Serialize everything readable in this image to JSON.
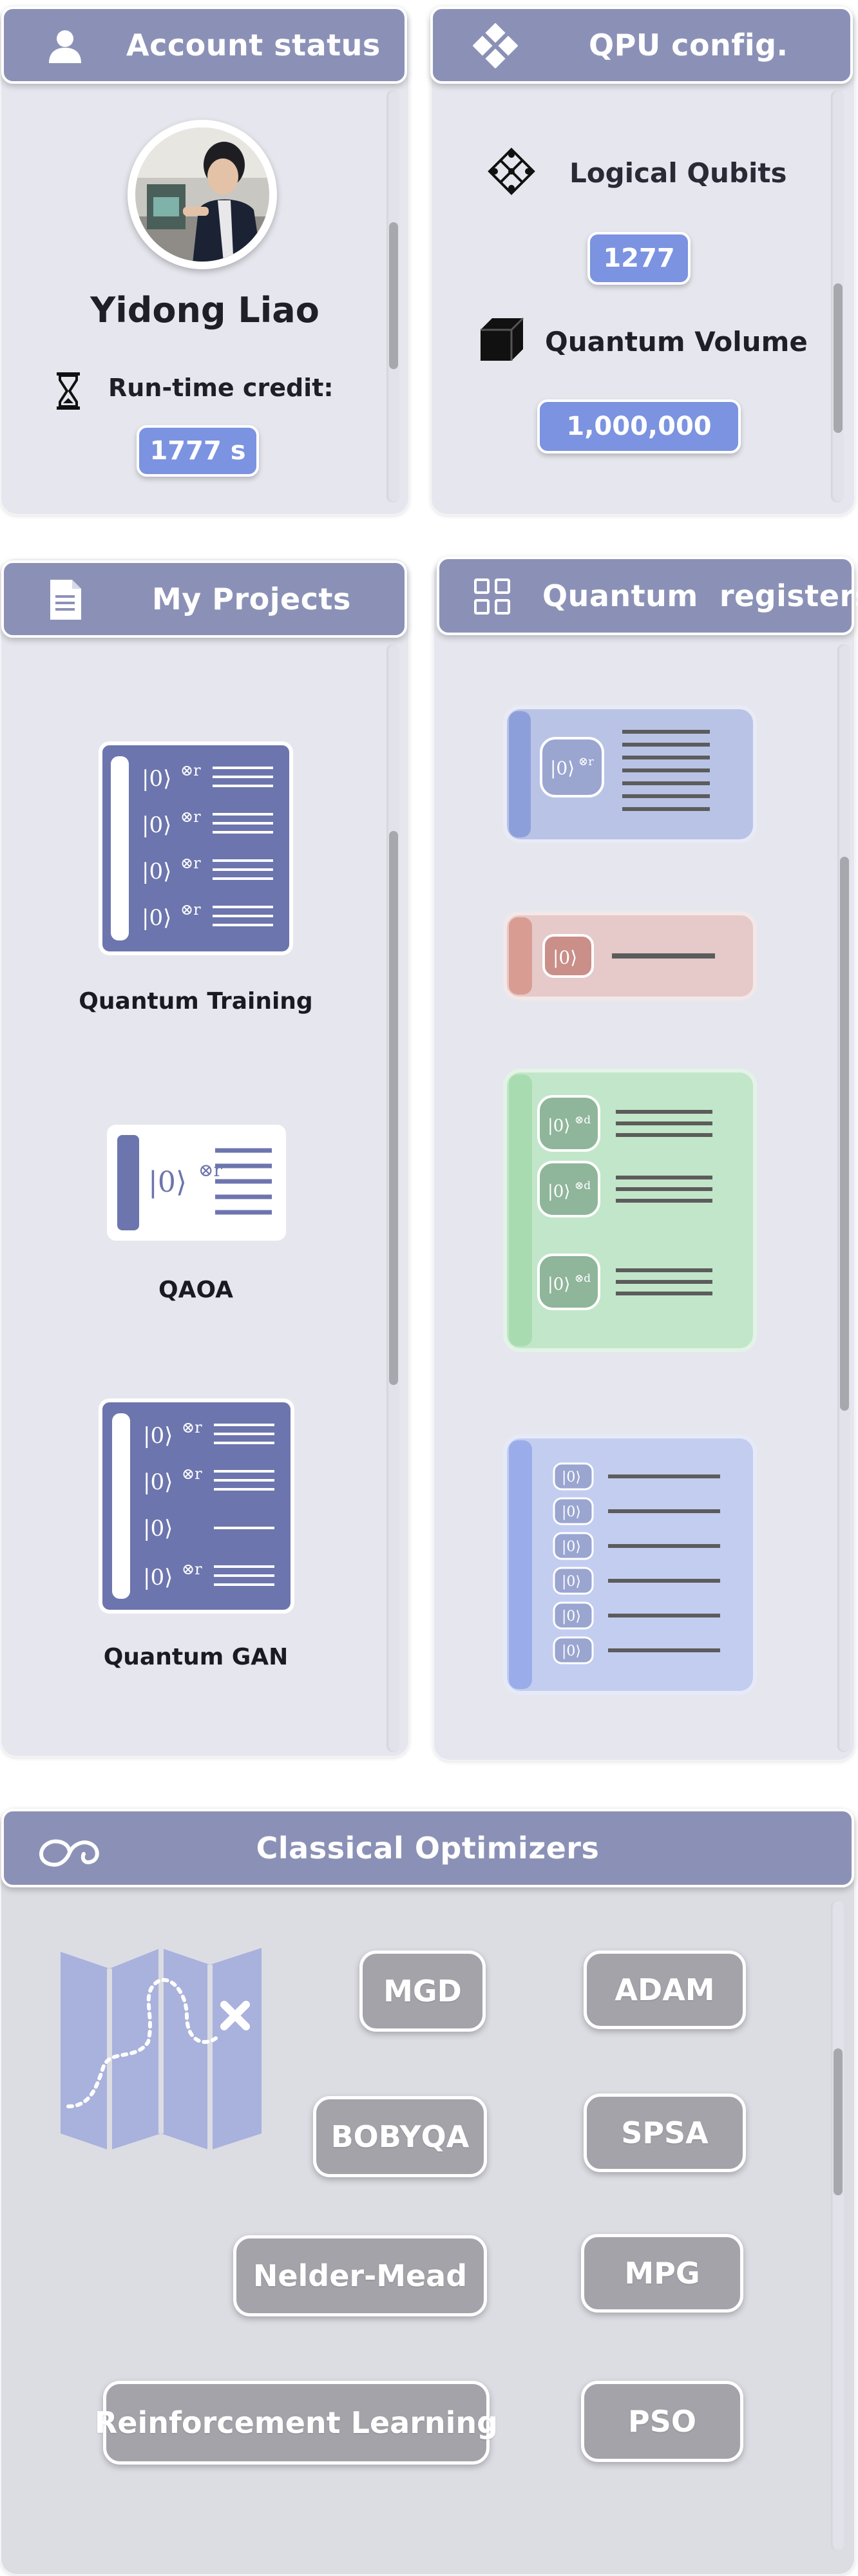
{
  "account": {
    "title": "Account status",
    "name": "Yidong Liao",
    "credit_label": "Run-time credit:",
    "credit_value": "1777 s",
    "icons": {
      "header": "user-icon",
      "credit": "hourglass-icon"
    }
  },
  "qpu": {
    "title": "QPU config.",
    "qubits_label": "Logical Qubits",
    "qubits_value": "1277",
    "volume_label": "Quantum Volume",
    "volume_value": "1,000,000",
    "icons": {
      "header": "diamond-grid-icon",
      "qubits": "qubit-lattice-icon",
      "volume": "cube-icon"
    }
  },
  "projects": {
    "title": "My Projects",
    "items": [
      {
        "label": "Quantum Training",
        "icon": "circuit-icon"
      },
      {
        "label": "QAOA",
        "icon": "circuit-icon"
      },
      {
        "label": "Quantum GAN",
        "icon": "circuit-icon"
      }
    ],
    "ket_labels": {
      "product": "|0⟩⊗r",
      "single": "|0⟩"
    }
  },
  "registers": {
    "title": "Quantum  registers",
    "icon": "grid-icon",
    "ket_labels": {
      "r": "|0⟩⊗r",
      "single": "|0⟩",
      "d": "|0⟩⊗d"
    },
    "colors": {
      "blue": "#b9c3e6",
      "red": "#e6c9c9",
      "green": "#c2e6c9",
      "lightblue": "#c3cdf0"
    }
  },
  "optimizers": {
    "title": "Classical Optimizers",
    "icon": "swirl-icon",
    "map_icon": "map-icon",
    "buttons": [
      "MGD",
      "ADAM",
      "BOBYQA",
      "SPSA",
      "Nelder-Mead",
      "MPG",
      "Reinforcement Learning",
      "PSO"
    ]
  },
  "theme": {
    "header": "#8b91b6",
    "pill": "#7b93e0",
    "panel": "#e6e7ee",
    "button": "#a3a3a9"
  }
}
